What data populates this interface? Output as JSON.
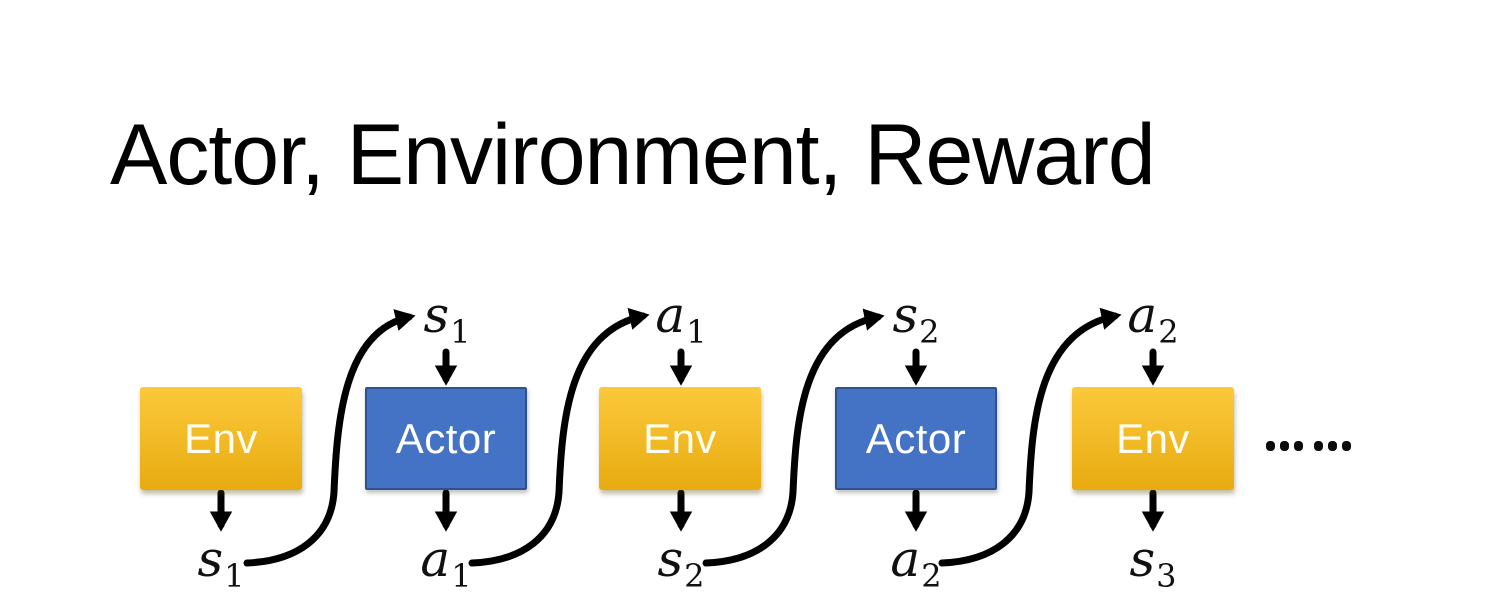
{
  "slide": {
    "title": "Actor, Environment, Reward"
  },
  "colors": {
    "background": "#FFFFFF",
    "title_text": "#000000",
    "env_gradient_top": "#FBC93C",
    "env_gradient_bottom": "#E8AB10",
    "env_text": "#FFFDF2",
    "actor_fill": "#4472C4",
    "actor_border": "#2F528F",
    "actor_text": "#FFFFFF",
    "arrow": "#000000",
    "math_label": "#111111"
  },
  "diagram": {
    "boxes": [
      {
        "id": "env-1",
        "kind": "env",
        "label": "Env"
      },
      {
        "id": "actor-1",
        "kind": "actor",
        "label": "Actor"
      },
      {
        "id": "env-2",
        "kind": "env",
        "label": "Env"
      },
      {
        "id": "actor-2",
        "kind": "actor",
        "label": "Actor"
      },
      {
        "id": "env-3",
        "kind": "env",
        "label": "Env"
      }
    ],
    "top_labels": [
      {
        "base": "s",
        "sub": "1"
      },
      {
        "base": "a",
        "sub": "1"
      },
      {
        "base": "s",
        "sub": "2"
      },
      {
        "base": "a",
        "sub": "2"
      }
    ],
    "bottom_labels": [
      {
        "base": "s",
        "sub": "1"
      },
      {
        "base": "a",
        "sub": "1"
      },
      {
        "base": "s",
        "sub": "2"
      },
      {
        "base": "a",
        "sub": "2"
      },
      {
        "base": "s",
        "sub": "3"
      }
    ],
    "ellipsis": "……"
  }
}
